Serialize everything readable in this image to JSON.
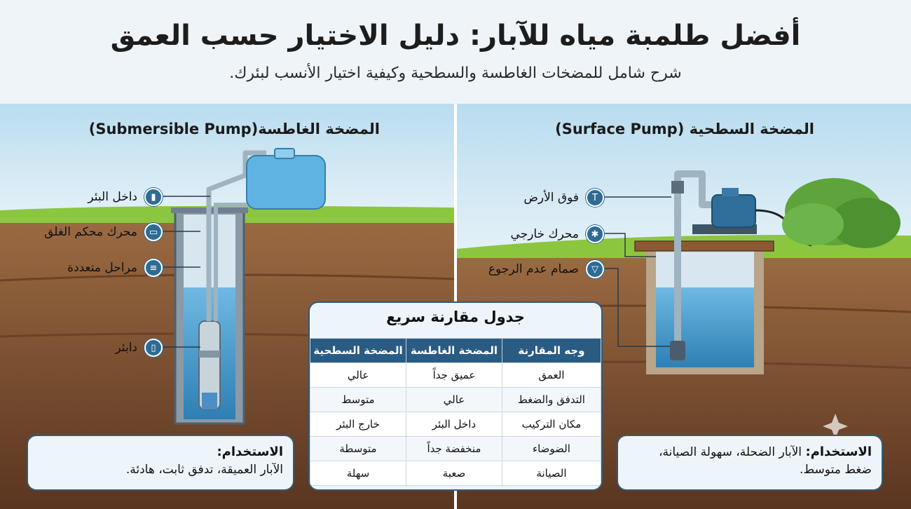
{
  "header": {
    "title": "أفضل طلمبة مياه للآبار: دليل الاختيار حسب العمق",
    "subtitle": "شرح شامل للمضخات الغاطسة والسطحية وكيفية اختيار الأنسب لبئرك."
  },
  "submersible": {
    "title": "المضخة الغاطسة(Submersible Pump)",
    "callouts": [
      "داخل البئر",
      "محرك محكم الغلق",
      "مراحل متعددة",
      "دابئر"
    ],
    "usage_label": "الاستخدام:",
    "usage_text": "الآبار العميقة، تدفق ثابت، هادئة."
  },
  "surface": {
    "title": "المضخة السطحية (Surface Pump)",
    "callouts": [
      "فوق الأرض",
      "محرك خارجي",
      "صمام عدم الرجوع"
    ],
    "usage_label": "الاستخدام:",
    "usage_text": "الآبار الضحلة، سهولة الصيانة، ضغط متوسط."
  },
  "comparison": {
    "title": "جدول مقارنة سريع",
    "headers": [
      "وجه المقارنة",
      "المضخة الغاطسة",
      "المضخة السطحية"
    ],
    "rows": [
      [
        "العمق",
        "عميق جداً",
        "عالي"
      ],
      [
        "التدفق والضغط",
        "عالي",
        "متوسط"
      ],
      [
        "مكان التركيب",
        "داخل البئر",
        "خارج البئر"
      ],
      [
        "الضوضاء",
        "منخفضة جداً",
        "متوسطة"
      ],
      [
        "الصيانة",
        "صعبة",
        "سهلة"
      ]
    ]
  },
  "colors": {
    "accent": "#2f6b93",
    "header_bg": "#2a5b83",
    "water": "#4da3d6",
    "soil": "#7a4a2a",
    "grass": "#8cc63f"
  }
}
